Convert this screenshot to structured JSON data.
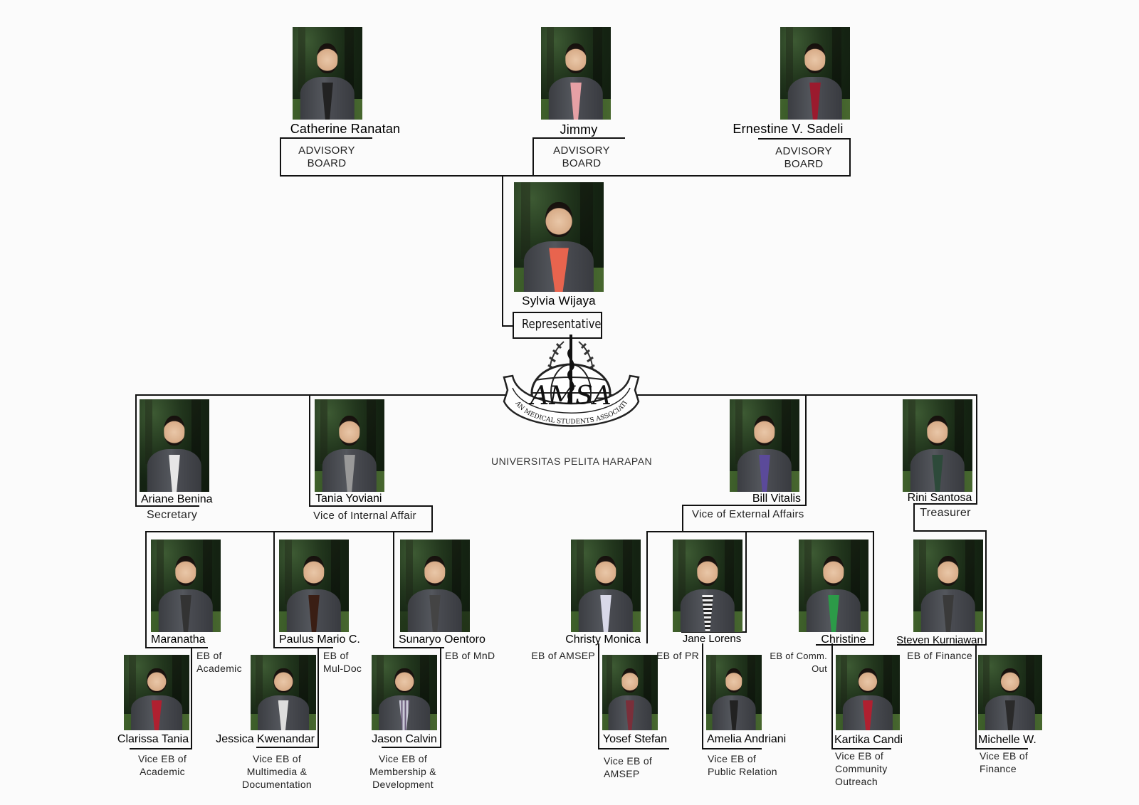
{
  "advisory": [
    {
      "name": "Catherine Ranatan",
      "role_line1": "ADVISORY",
      "role_line2": "BOARD"
    },
    {
      "name": "Jimmy",
      "role_line1": "ADVISORY",
      "role_line2": "BOARD"
    },
    {
      "name": "Ernestine V. Sadeli",
      "role_line1": "ADVISORY",
      "role_line2": "BOARD"
    }
  ],
  "representative": {
    "name": "Sylvia Wijaya",
    "role": "Representative"
  },
  "logo": {
    "letters": "AMSA",
    "banner": "ASIAN MEDICAL STUDENTS ASSOCIATION",
    "university": "UNIVERSITAS PELITA HARAPAN"
  },
  "level2": [
    {
      "name": "Ariane Benina",
      "role": "Secretary"
    },
    {
      "name": "Tania Yoviani",
      "role": "Vice of Internal Affair"
    },
    {
      "name": "Bill Vitalis",
      "role": "Vice of External Affairs"
    },
    {
      "name": "Rini Santosa",
      "role": "Treasurer"
    }
  ],
  "level3": [
    {
      "name": "Maranatha",
      "role_line1": "EB of",
      "role_line2": "Academic"
    },
    {
      "name": "Paulus Mario C.",
      "role_line1": "EB of",
      "role_line2": "Mul-Doc"
    },
    {
      "name": "Sunaryo Oentoro",
      "role_line1": "EB of MnD",
      "role_line2": ""
    },
    {
      "name": "Christy Monica",
      "role_line1": "EB of AMSEP",
      "role_line2": ""
    },
    {
      "name": "Jane Lorens",
      "role_line1": "EB of PR",
      "role_line2": ""
    },
    {
      "name": "Christine",
      "role_line1": "EB of Comm.",
      "role_line2": "Out"
    },
    {
      "name": "Steven Kurniawan",
      "role_line1": "EB of Finance",
      "role_line2": ""
    }
  ],
  "level4": [
    {
      "name": "Clarissa Tania",
      "role_lines": [
        "Vice EB of",
        "Academic"
      ]
    },
    {
      "name": "Jessica Kwenandar",
      "role_lines": [
        "Vice EB of",
        "Multimedia &",
        "Documentation"
      ]
    },
    {
      "name": "Jason Calvin",
      "role_lines": [
        "Vice EB of",
        "Membership &",
        "Development"
      ]
    },
    {
      "name": "Yosef Stefan",
      "role_lines": [
        "Vice EB of",
        "AMSEP"
      ]
    },
    {
      "name": "Amelia Andriani",
      "role_lines": [
        "Vice EB of",
        "Public Relation"
      ]
    },
    {
      "name": "Kartika Candi",
      "role_lines": [
        "Vice EB of",
        "Community",
        "Outreach"
      ]
    },
    {
      "name": "Michelle W.",
      "role_lines": [
        "Vice EB of",
        "Finance"
      ]
    }
  ]
}
